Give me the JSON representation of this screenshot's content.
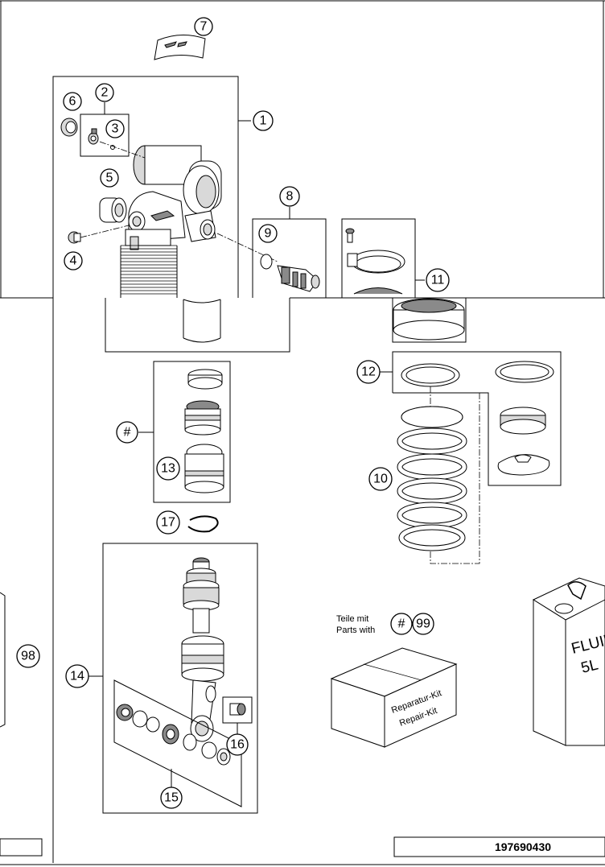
{
  "callouts": [
    {
      "id": "c1",
      "label": "1"
    },
    {
      "id": "c2",
      "label": "2"
    },
    {
      "id": "c3",
      "label": "3"
    },
    {
      "id": "c4",
      "label": "4"
    },
    {
      "id": "c5",
      "label": "5"
    },
    {
      "id": "c6",
      "label": "6"
    },
    {
      "id": "c7",
      "label": "7"
    },
    {
      "id": "c8",
      "label": "8"
    },
    {
      "id": "c9",
      "label": "9"
    },
    {
      "id": "c10",
      "label": "10"
    },
    {
      "id": "c11",
      "label": "11"
    },
    {
      "id": "c12",
      "label": "12"
    },
    {
      "id": "c13",
      "label": "13"
    },
    {
      "id": "c14",
      "label": "14"
    },
    {
      "id": "c15",
      "label": "15"
    },
    {
      "id": "c16",
      "label": "16"
    },
    {
      "id": "c17",
      "label": "17"
    },
    {
      "id": "c98",
      "label": "98"
    },
    {
      "id": "c99",
      "label": "99"
    },
    {
      "id": "chash1",
      "label": "#"
    },
    {
      "id": "chash2",
      "label": "#"
    }
  ],
  "legend": {
    "line1": "Teile mit",
    "line2": "Parts with"
  },
  "kit_box": {
    "line1": "Reparatur-Kit",
    "line2": "Repair-Kit"
  },
  "fluid_can": {
    "line1": "FLUID",
    "line2": "5L"
  },
  "drawing_number": "197690430"
}
